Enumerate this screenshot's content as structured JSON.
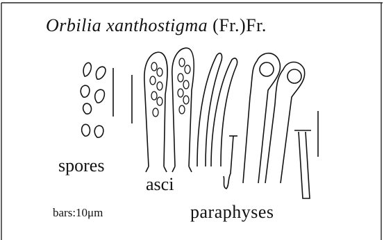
{
  "title": {
    "species": "Orbilia xanthostigma",
    "author": "(Fr.)Fr."
  },
  "labels": {
    "spores": "spores",
    "asci": "asci",
    "paraphyses": "paraphyses",
    "scale": "bars:10μm"
  },
  "colors": {
    "ink": "#111111",
    "frame": "#222222",
    "background": "#ffffff"
  }
}
